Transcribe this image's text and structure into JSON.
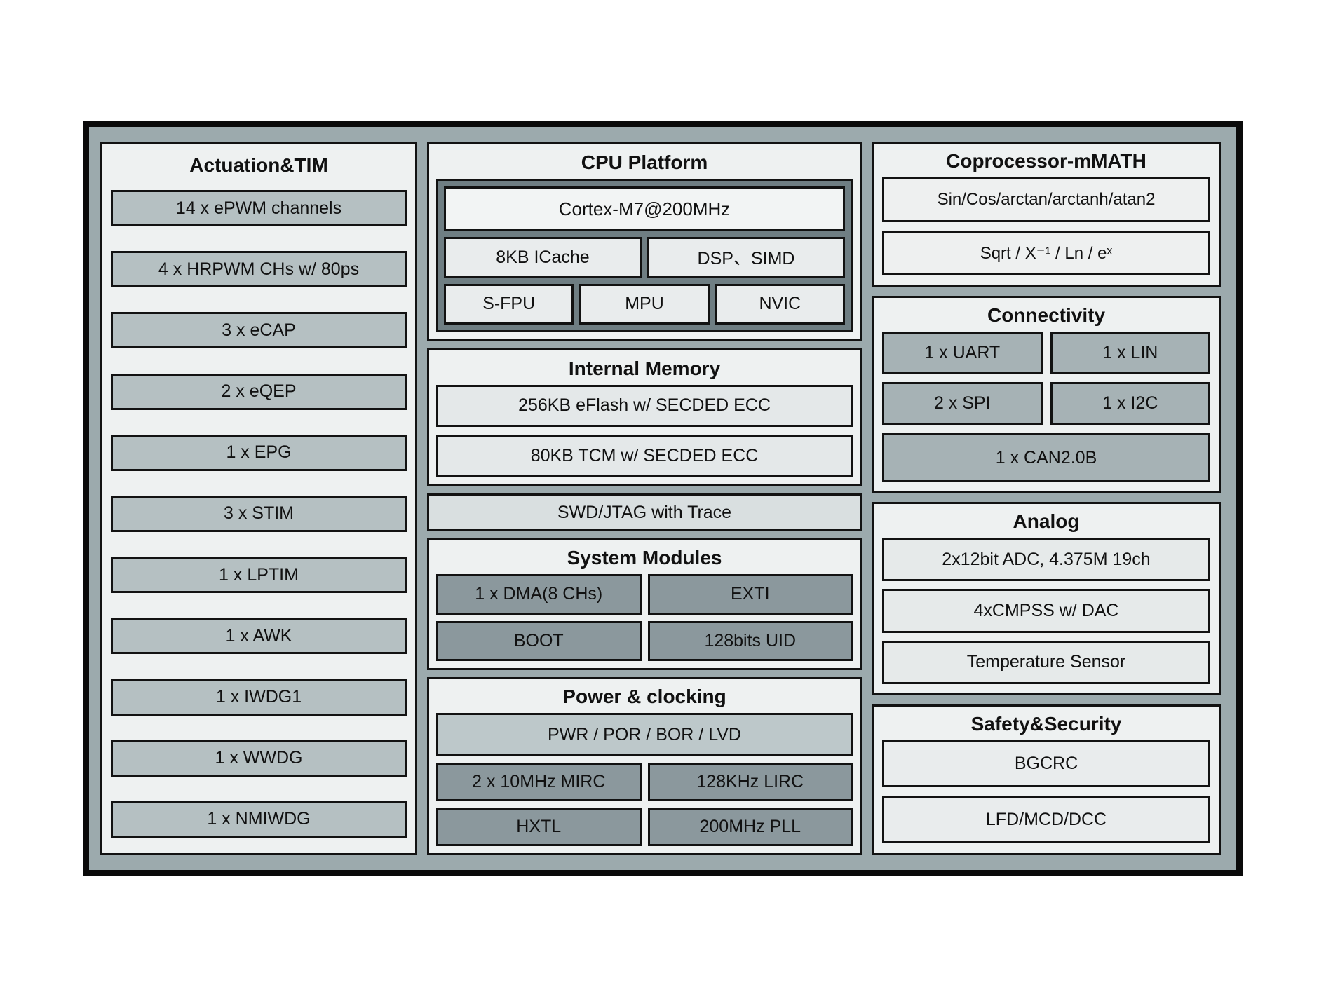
{
  "palette": {
    "frame_fill": "#9caaad",
    "panel_bg": "#eef1f1",
    "item_gray": "#b5c0c2",
    "cpu_container_dark": "#6f7e83",
    "dark_row": "#8b989d",
    "connectivity_row": "#a6b2b5",
    "power_top_row": "#bdc8ca",
    "light_row": "#e5e9ea",
    "debug_strip": "#d9dfe0",
    "border": "#121212"
  },
  "actuation": {
    "title": "Actuation&TIM",
    "items": [
      "14 x ePWM channels",
      "4 x HRPWM CHs w/ 80ps",
      "3 x eCAP",
      "2 x eQEP",
      "1 x EPG",
      "3 x STIM",
      "1 x LPTIM",
      "1 x AWK",
      "1 x IWDG1",
      "1 x WWDG",
      "1 x NMIWDG"
    ]
  },
  "cpu": {
    "title": "CPU Platform",
    "core": "Cortex-M7@200MHz",
    "cache": "8KB ICache",
    "dsp": "DSP、SIMD",
    "fpu": "S-FPU",
    "mpu": "MPU",
    "nvic": "NVIC"
  },
  "memory": {
    "title": "Internal Memory",
    "rows": [
      "256KB eFlash w/ SECDED ECC",
      "80KB TCM w/ SECDED ECC"
    ]
  },
  "debug": {
    "label": "SWD/JTAG with Trace"
  },
  "system": {
    "title": "System Modules",
    "cells": [
      "1 x DMA(8 CHs)",
      "EXTI",
      "BOOT",
      "128bits UID"
    ]
  },
  "power": {
    "title": "Power & clocking",
    "top": "PWR / POR / BOR / LVD",
    "cells": [
      "2 x 10MHz MIRC",
      "128KHz LIRC",
      "HXTL",
      "200MHz PLL"
    ]
  },
  "math": {
    "title": "Coprocessor-mMATH",
    "rows": [
      "Sin/Cos/arctan/arctanh/atan2",
      "Sqrt / X⁻¹ / Ln / eˣ"
    ]
  },
  "connectivity": {
    "title": "Connectivity",
    "cells": [
      "1 x UART",
      "1 x LIN",
      "2 x SPI",
      "1 x I2C"
    ],
    "full": "1 x CAN2.0B"
  },
  "analog": {
    "title": "Analog",
    "rows": [
      "2x12bit ADC, 4.375M 19ch",
      "4xCMPSS w/ DAC",
      "Temperature Sensor"
    ]
  },
  "safety": {
    "title": "Safety&Security",
    "rows": [
      "BGCRC",
      "LFD/MCD/DCC"
    ]
  }
}
